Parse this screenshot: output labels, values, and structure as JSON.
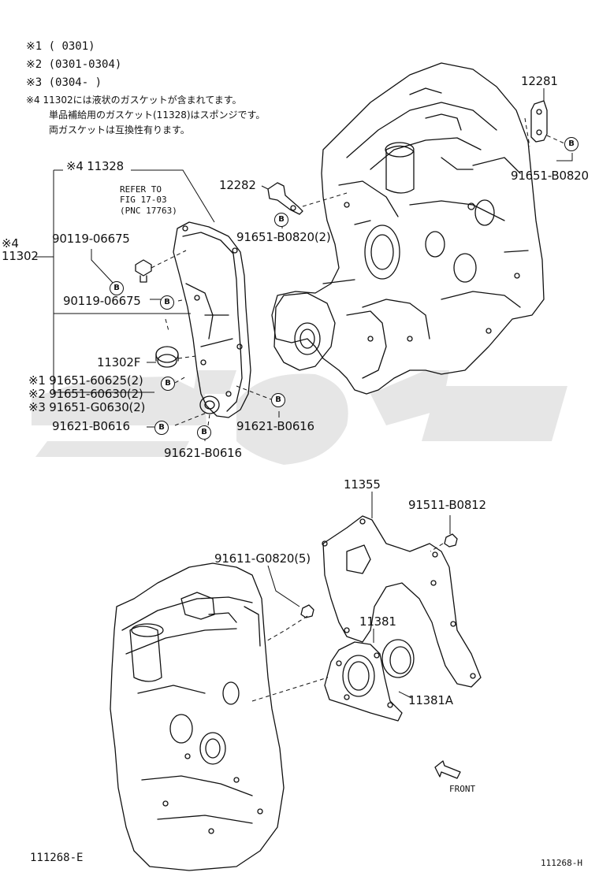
{
  "notes": {
    "n1": "※1 (      0301)",
    "n2": "※2 (0301-0304)",
    "n3": "※3 (0304-      )",
    "n4": "※4 11302には液状のガスケットが含まれてます。",
    "n5": "単品補給用のガスケット(11328)はスポンジです。",
    "n6": "両ガスケットは互換性有ります。"
  },
  "refer": {
    "line1": "REFER TO",
    "line2": "FIG 17-03",
    "line3": "(PNC 17763)"
  },
  "parts": {
    "p11328": "※4 11328",
    "p11302_mark": "※4",
    "p11302": "11302",
    "p12281": "12281",
    "p12282": "12282",
    "p91651_b0820": "91651-B0820",
    "p91651_b0820_2": "91651-B0820(2)",
    "p90119_a": "90119-06675",
    "p90119_b": "90119-06675",
    "p11302F": "11302F",
    "p91651_60625": "※1 91651-60625(2)",
    "p91651_60630": "※2 91651-60630(2)",
    "p91651_g0630": "※3 91651-G0630(2)",
    "p91621_a": "91621-B0616",
    "p91621_b": "91621-B0616",
    "p91621_c": "91621-B0616",
    "p11355": "11355",
    "p91511": "91511-B0812",
    "p91611": "91611-G0820(5)",
    "p11381": "11381",
    "p11381A": "11381A",
    "front": "FRONT"
  },
  "bolt_mark": "B",
  "codes": {
    "left": "111268-E",
    "right": "111268-H"
  },
  "colors": {
    "ink": "#111111",
    "watermark": "#e6e6e6"
  }
}
